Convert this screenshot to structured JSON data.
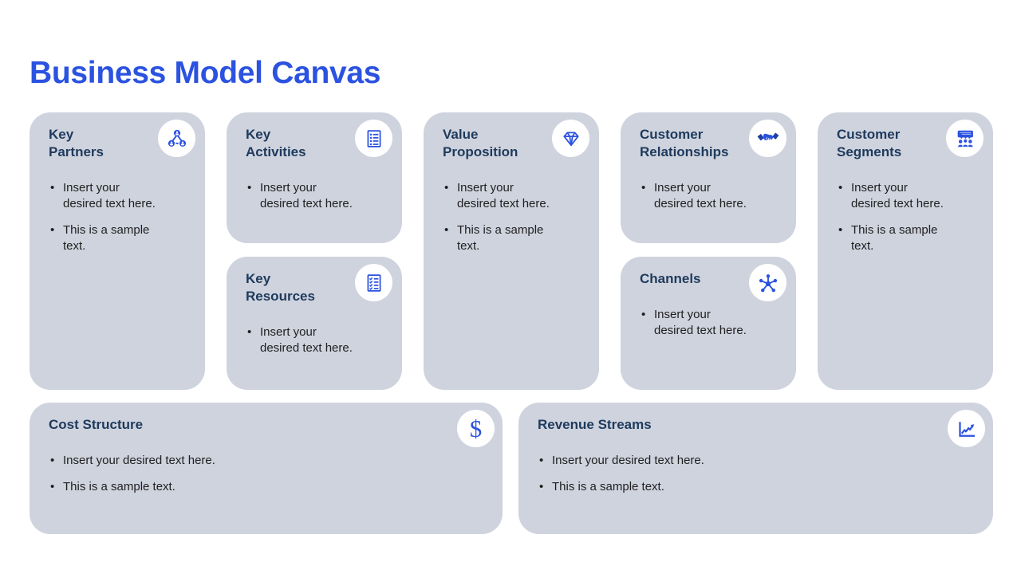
{
  "slide": {
    "title": "Business Model Canvas"
  },
  "colors": {
    "accent_blue": "#2B52E0",
    "heading_navy": "#1E3A5C",
    "card_bg": "#CFD3DE",
    "body_text": "#1F1F1F",
    "icon_dark_blue": "#1D3FA8",
    "bubble_line_blue": "#9DB6F2"
  },
  "cards": [
    {
      "id": "key-partners",
      "icon": "partners-network-icon",
      "title_lines": [
        "Key",
        "Partners"
      ],
      "bullets": [
        "Insert your desired text here.",
        "This is a sample text."
      ]
    },
    {
      "id": "key-activities",
      "icon": "task-list-icon",
      "title_lines": [
        "Key",
        "Activities"
      ],
      "bullets": [
        "Insert your desired text here."
      ]
    },
    {
      "id": "key-resources",
      "icon": "checklist-icon",
      "title_lines": [
        "Key",
        "Resources"
      ],
      "bullets": [
        "Insert your desired text here."
      ]
    },
    {
      "id": "value-proposition",
      "icon": "diamond-icon",
      "title_lines": [
        "Value",
        "Proposition"
      ],
      "bullets": [
        "Insert your desired text here.",
        "This is a sample text."
      ]
    },
    {
      "id": "customer-relationships",
      "icon": "handshake-icon",
      "title_lines": [
        "Customer",
        "Relationships"
      ],
      "bullets": [
        "Insert your desired text here."
      ]
    },
    {
      "id": "channels",
      "icon": "hub-network-icon",
      "title_lines": [
        "Channels"
      ],
      "bullets": [
        "Insert your desired text here."
      ]
    },
    {
      "id": "customer-segments",
      "icon": "audience-presentation-icon",
      "title_lines": [
        "Customer",
        "Segments"
      ],
      "bullets": [
        "Insert your desired text here.",
        "This is a sample text."
      ]
    },
    {
      "id": "cost-structure",
      "icon": "dollar-icon",
      "glyph": "$",
      "title_lines": [
        "Cost Structure"
      ],
      "bullets": [
        "Insert your desired text here.",
        "This is a sample text."
      ]
    },
    {
      "id": "revenue-streams",
      "icon": "chart-increase-icon",
      "title_lines": [
        "Revenue Streams"
      ],
      "bullets": [
        "Insert your desired text here.",
        "This is a sample text."
      ]
    }
  ]
}
